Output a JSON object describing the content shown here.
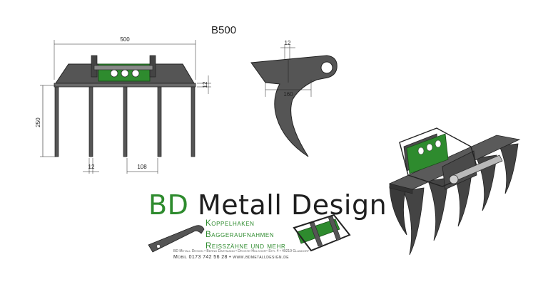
{
  "drawing": {
    "model": "B500",
    "front_view": {
      "width": "500",
      "height": "250",
      "tooth_width": "12",
      "tooth_spacing": "108",
      "plate_thickness": "12"
    },
    "side_view": {
      "top_width": "12",
      "tooth_length": "160"
    }
  },
  "branding": {
    "name_part1": "BD",
    "name_part2": "Metall Design",
    "services": [
      "Koppelhaken",
      "Baggeraufnahmen",
      "Reisszähne und mehr"
    ],
    "address": "BD Metall Design • Bernd Dartmann • Droste-Hülshoff-Str. 4 • 49219 Glandorf",
    "phone": "Mobil 0173 742 56 28 • www.bdmetalldesign.de",
    "colors": {
      "green": "#2e8b2e",
      "steel": "#5a5a5a",
      "steel_dark": "#3c3c3c"
    }
  }
}
